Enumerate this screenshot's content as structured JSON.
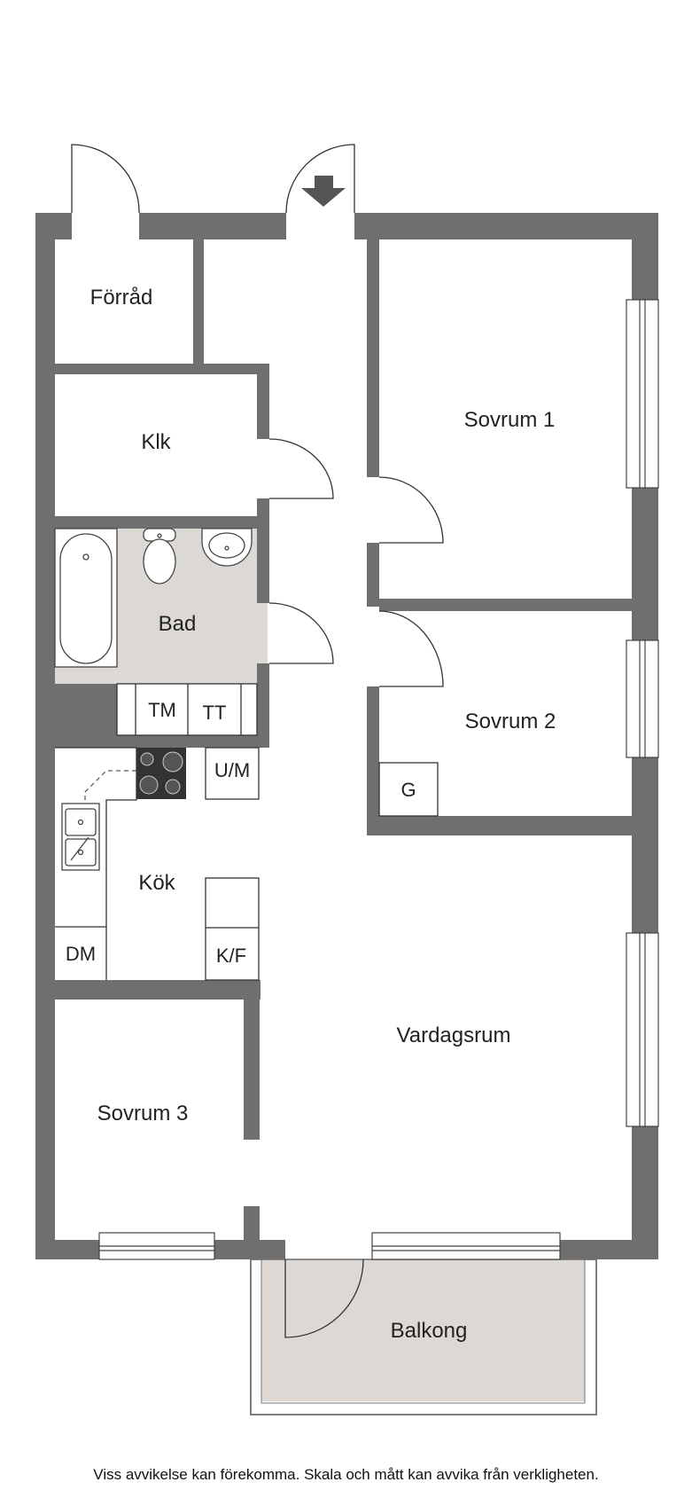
{
  "rooms": {
    "forrad": "Förråd",
    "klk": "Klk",
    "bad": "Bad",
    "kok": "Kök",
    "sovrum1": "Sovrum 1",
    "sovrum2": "Sovrum 2",
    "sovrum3": "Sovrum 3",
    "vardagsrum": "Vardagsrum",
    "balkong": "Balkong"
  },
  "fixtures": {
    "tm": "TM",
    "tt": "TT",
    "um": "U/M",
    "g": "G",
    "dm": "DM",
    "kf": "K/F"
  },
  "disclaimer": "Viss avvikelse kan förekomma. Skala och mått kan avvika från verkligheten.",
  "colors": {
    "wall": "#6f6f6f",
    "bathroom_floor": "#dcd9d5",
    "balcony_floor": "#ddd8d3",
    "line": "#333333"
  },
  "icons": [
    "entrance-arrow-icon",
    "toilet-icon",
    "sink-icon",
    "bathtub-icon",
    "stove-icon",
    "kitchen-sink-icon"
  ]
}
